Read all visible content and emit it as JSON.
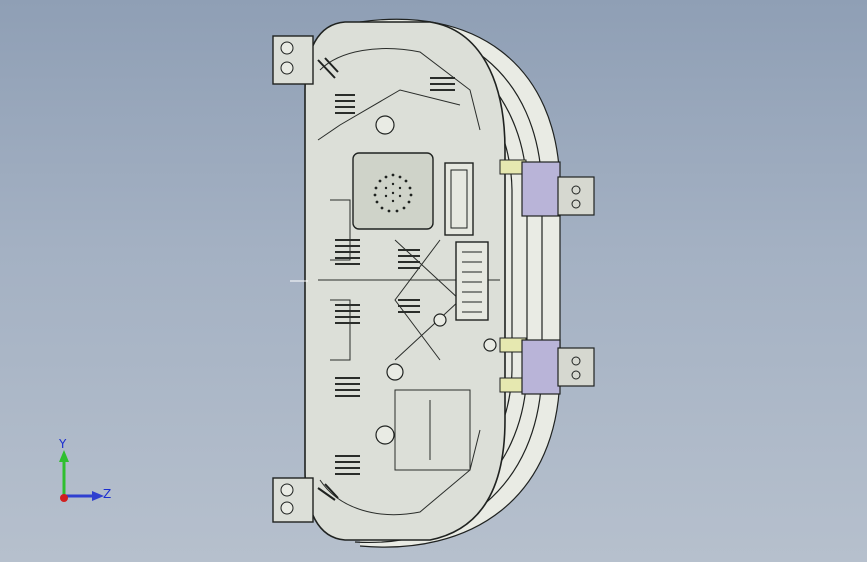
{
  "viewport": {
    "background_top": "#8f9fb5",
    "background_bottom": "#b6c0cd"
  },
  "model": {
    "description_icon": "instrument-cluster-housing-rear-view",
    "housing_fill": "#dcdfd8",
    "outline": "#1f2220",
    "connector_color": "#e6e8b0",
    "bracket_color": "#b9b4d8",
    "highlight_color": "#d4e8a8"
  },
  "triad": {
    "y_label": "Y",
    "z_label": "Z",
    "y_color": "#2fbf2f",
    "z_color": "#2f3fd0",
    "x_color": "#d02020"
  }
}
